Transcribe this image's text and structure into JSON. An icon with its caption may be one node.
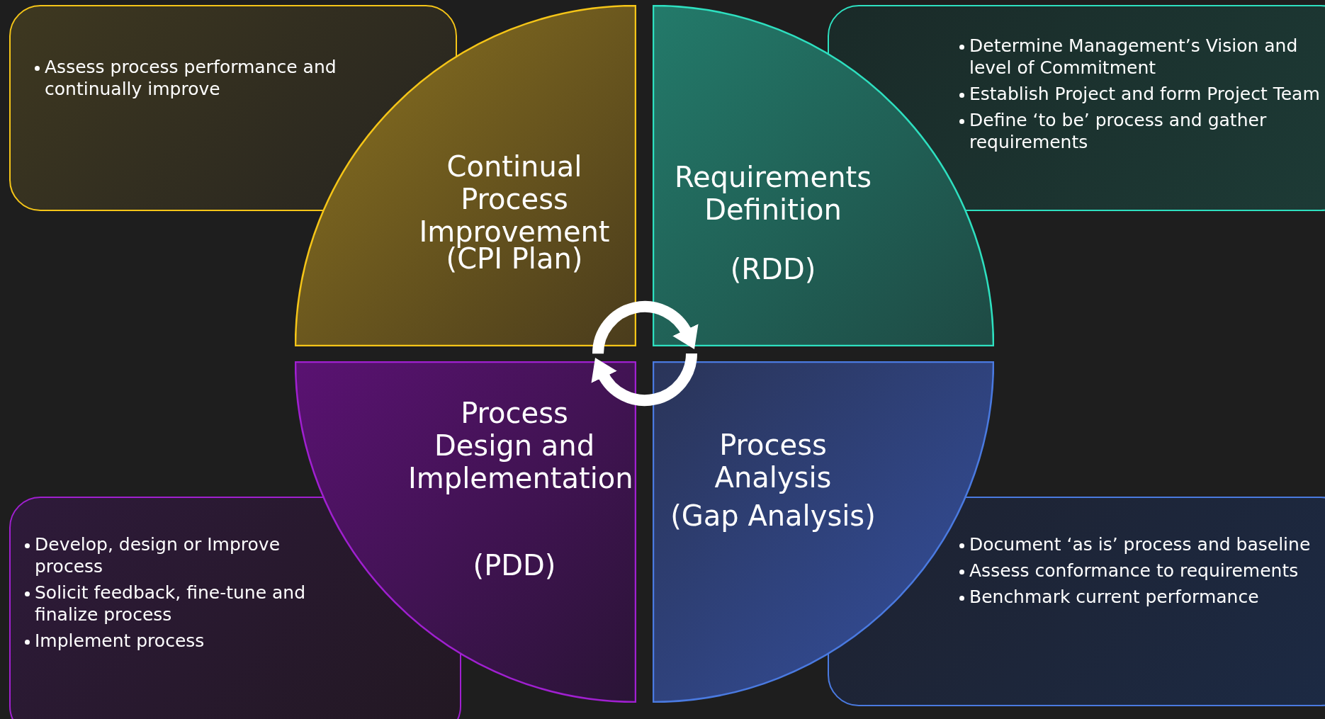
{
  "diagram": {
    "nodes": [
      {
        "text": [
          "Assess process performance and continually improve"
        ]
      },
      {
        "text": [
          "Continual Process Improvement",
          "(CPI Plan)"
        ]
      },
      {
        "text": [
          "Requirements Definition",
          "(RDD)"
        ]
      },
      {
        "text": [
          "Determine Management’s Vision and level of Commitment",
          "Establish Project and form Project Team",
          "Define ‘to be’ process and gather requirements"
        ]
      },
      {
        "text": [
          "Develop, design or Improve process",
          "Solicit feedback, fine-tune and finalize process",
          "Implement process"
        ]
      },
      {
        "text": [
          "Process Design and Implementation",
          "(PDD)"
        ]
      },
      {
        "text": [
          "Process Analysis",
          "(Gap Analysis)"
        ]
      },
      {
        "text": [
          "Document ‘as is’ process and baseline",
          "Assess conformance to requirements",
          "Benchmark current performance"
        ]
      }
    ],
    "edges": [
      {
        "from": 1,
        "to": 2,
        "arrow": "to"
      },
      {
        "from": 6,
        "to": 5,
        "arrow": "to"
      }
    ]
  }
}
